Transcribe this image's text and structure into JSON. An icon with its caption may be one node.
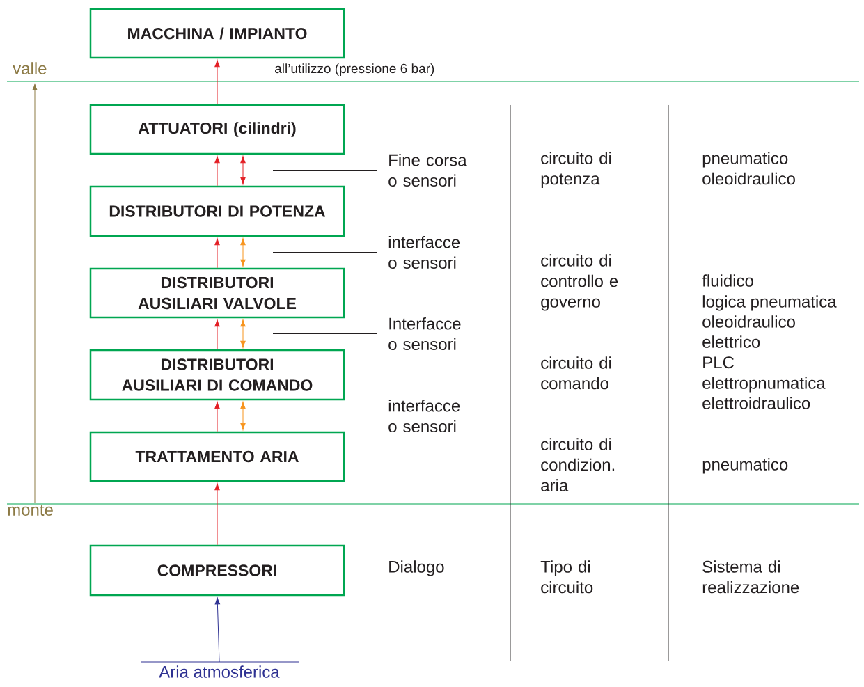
{
  "diagram": {
    "nodes": [
      {
        "text": [
          "MACCHINA / IMPIANTO"
        ]
      },
      {
        "text": [
          "ATTUATORI (cilindri)"
        ]
      },
      {
        "text": [
          "DISTRIBUTORI DI POTENZA"
        ]
      },
      {
        "text": [
          "DISTRIBUTORI AUSILIARI VALVOLE"
        ]
      },
      {
        "text": [
          "DISTRIBUTORI AUSILIARI DI COMANDO"
        ]
      },
      {
        "text": [
          "TRATTAMENTO ARIA"
        ]
      },
      {
        "text": [
          "COMPRESSORI"
        ]
      },
      {
        "text": [
          "Aria atmosferica"
        ]
      },
      {
        "text": [
          "Fine corsa o sensori"
        ]
      },
      {
        "text": [
          "interfacce o sensori"
        ]
      },
      {
        "text": [
          "Interfacce o sensori"
        ]
      },
      {
        "text": [
          "interfacce o sensori"
        ]
      }
    ],
    "edges": [
      {
        "from": 7,
        "to": 6,
        "arrow": "to",
        "color": "#2e3192"
      },
      {
        "from": 6,
        "to": 5,
        "arrow": "to"
      },
      {
        "from": 5,
        "to": 4,
        "arrow": "to"
      },
      {
        "from": 5,
        "to": 4,
        "arrow": "both",
        "color": "#f7941d"
      },
      {
        "from": 4,
        "to": 3,
        "arrow": "to"
      },
      {
        "from": 4,
        "to": 3,
        "arrow": "both",
        "color": "#f7941d"
      },
      {
        "from": 3,
        "to": 2,
        "arrow": "to"
      },
      {
        "from": 3,
        "to": 2,
        "arrow": "both",
        "color": "#f7941d"
      },
      {
        "from": 2,
        "to": 1,
        "arrow": "to"
      },
      {
        "from": 2,
        "to": 1,
        "arrow": "both"
      },
      {
        "from": 1,
        "to": 0,
        "arrow": "to"
      },
      {
        "from": 8,
        "to": null,
        "arrow": "none",
        "color": "#231f20"
      },
      {
        "from": 9,
        "to": null,
        "arrow": "none",
        "color": "#231f20"
      },
      {
        "from": 10,
        "to": null,
        "arrow": "none",
        "color": "#231f20"
      },
      {
        "from": 11,
        "to": null,
        "arrow": "none",
        "color": "#231f20"
      }
    ],
    "labels": [
      "valle",
      "all’utilizzo (pressione 6 bar)",
      "circuito di potenza",
      "pneumatico oleoidraulico",
      "circuito di controllo e governo",
      "fluidico",
      "logica pneumatica",
      "oleoidraulico",
      "elettrico",
      "circuito di comando",
      "PLC",
      "elettropnumatica",
      "elettroidraulico",
      "circuito di condizion. aria",
      "pneumatico",
      "monte",
      "Dialogo",
      "Tipo di circuito",
      "Sistema di realizzazione"
    ]
  }
}
